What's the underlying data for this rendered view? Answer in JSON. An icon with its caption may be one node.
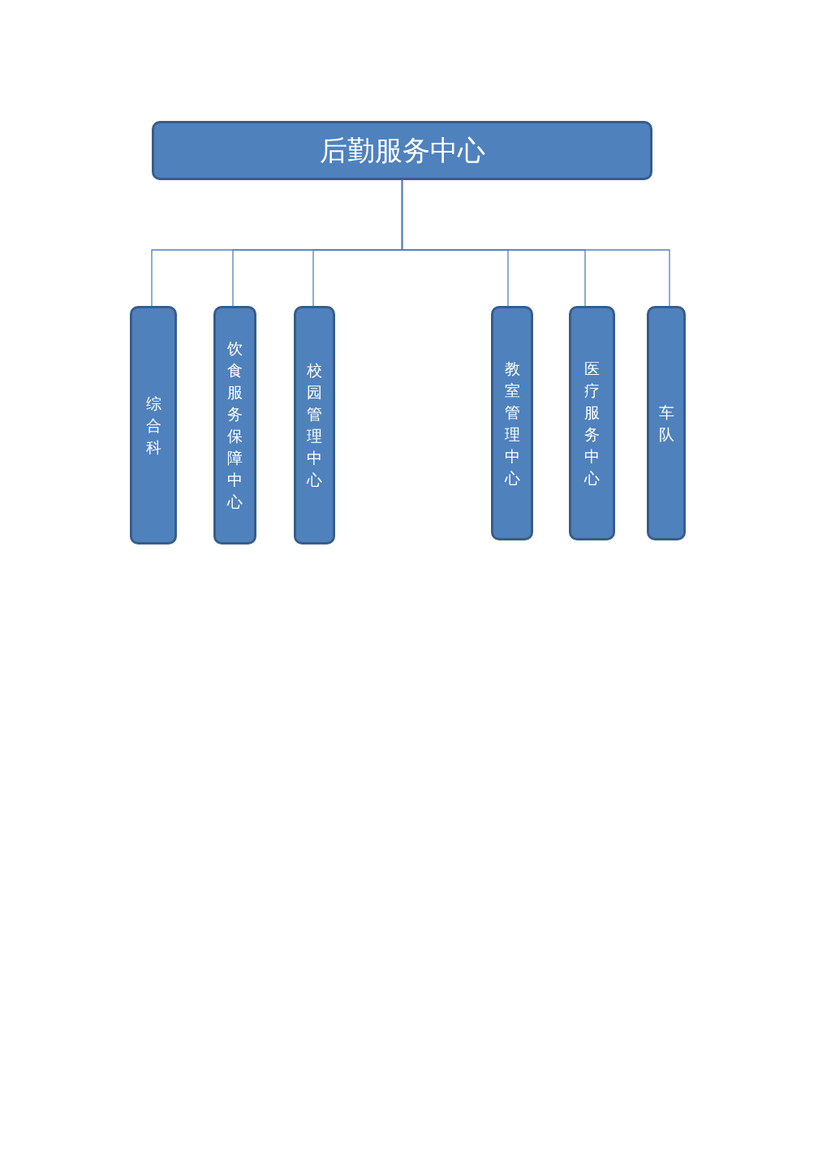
{
  "diagram": {
    "nodes": [
      {
        "text": [
          "后勤服务中心"
        ]
      },
      {
        "text": [
          "综合科"
        ]
      },
      {
        "text": [
          "饮食服务保障中心"
        ]
      },
      {
        "text": [
          "校园管理中心"
        ]
      },
      {
        "text": [
          "教室管理中心"
        ]
      },
      {
        "text": [
          "医疗服务中心"
        ]
      },
      {
        "text": [
          "车队"
        ]
      }
    ],
    "edges": [
      {
        "from": 0,
        "to": 1,
        "arrow": "none"
      },
      {
        "from": 0,
        "to": 2,
        "arrow": "none"
      },
      {
        "from": 0,
        "to": 3,
        "arrow": "none"
      },
      {
        "from": 0,
        "to": 4,
        "arrow": "none"
      },
      {
        "from": 0,
        "to": 5,
        "arrow": "none"
      },
      {
        "from": 0,
        "to": 6,
        "arrow": "none"
      }
    ]
  }
}
